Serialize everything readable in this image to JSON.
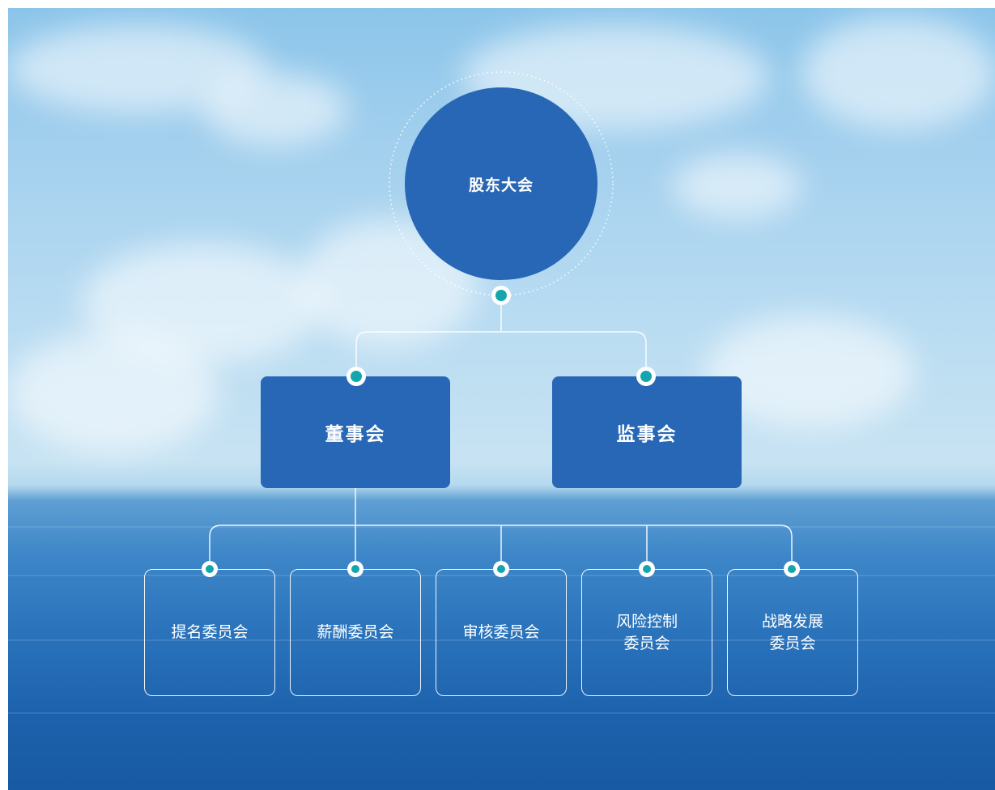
{
  "org_chart": {
    "top": {
      "label": "股东大会"
    },
    "second_level": [
      {
        "label": "董事会"
      },
      {
        "label": "监事会"
      }
    ],
    "committees": [
      {
        "line1": "提名委员会",
        "line2": ""
      },
      {
        "line1": "薪酬委员会",
        "line2": ""
      },
      {
        "line1": "审核委员会",
        "line2": ""
      },
      {
        "line1": "风险控制",
        "line2": "委员会"
      },
      {
        "line1": "战略发展",
        "line2": "委员会"
      }
    ]
  },
  "colors": {
    "node_fill": "#2767b5",
    "connector_dot": "#13a7ad",
    "line": "#ffffff"
  }
}
